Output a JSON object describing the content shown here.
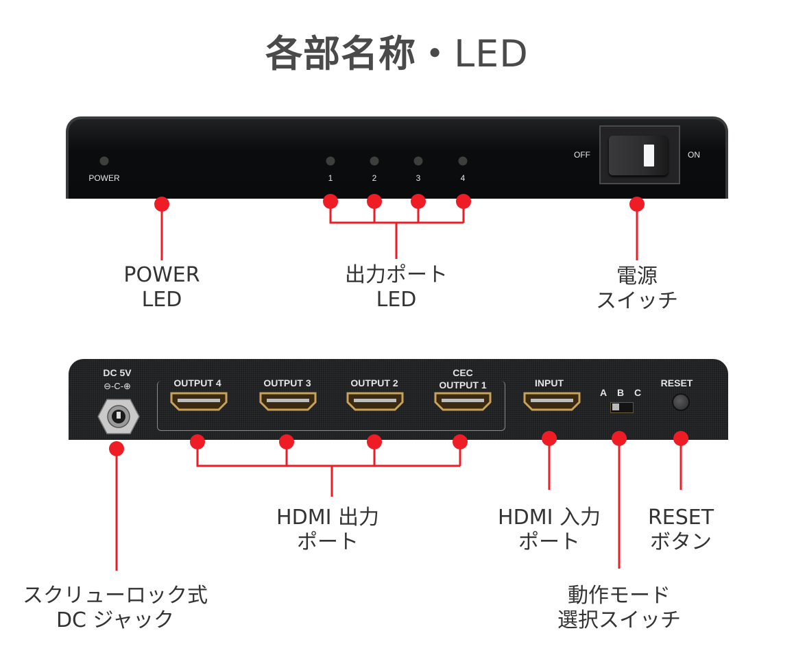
{
  "title": {
    "main": "各部名称",
    "sep": "・",
    "led": "LED"
  },
  "colors": {
    "callout": "#ee1c25",
    "label_text": "#333333",
    "title_text": "#4a4a4a",
    "device_body": "#0b0c0e"
  },
  "front_panel": {
    "power_text": "POWER",
    "port_leds": [
      "1",
      "2",
      "3",
      "4"
    ],
    "switch_off": "OFF",
    "switch_on": "ON"
  },
  "rear_panel": {
    "dc_text": "DC 5V",
    "dc_polarity": "⊖-C-⊕",
    "outputs": [
      "OUTPUT 4",
      "OUTPUT 3",
      "OUTPUT 2",
      "OUTPUT 1"
    ],
    "cec_text": "CEC",
    "input_text": "INPUT",
    "mode_labels": [
      "A",
      "B",
      "C"
    ],
    "reset_text": "RESET"
  },
  "callouts": {
    "power_led": [
      "POWER",
      "LED"
    ],
    "output_port_led": [
      "出力ポート",
      "LED"
    ],
    "power_switch": [
      "電源",
      "スイッチ"
    ],
    "hdmi_output": [
      "HDMI 出力",
      "ポート"
    ],
    "hdmi_input": [
      "HDMI 入力",
      "ポート"
    ],
    "reset_button": [
      "RESET",
      "ボタン"
    ],
    "dc_jack": [
      "スクリューロック式",
      "DC ジャック"
    ],
    "mode_switch": [
      "動作モード",
      "選択スイッチ"
    ]
  }
}
